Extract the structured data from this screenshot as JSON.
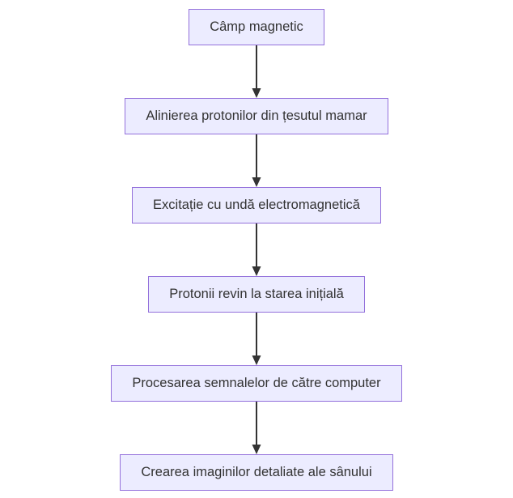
{
  "diagram": {
    "type": "flowchart",
    "direction": "top-down",
    "colors": {
      "background": "#ffffff",
      "node_fill": "#ECECFF",
      "node_border": "#9370DB",
      "text": "#333333",
      "arrow": "#333333"
    },
    "nodes": [
      {
        "id": "A",
        "label": "Câmp magnetic"
      },
      {
        "id": "B",
        "label": "Alinierea protonilor din țesutul mamar"
      },
      {
        "id": "C",
        "label": "Excitație cu undă electromagnetică"
      },
      {
        "id": "D",
        "label": "Protonii revin la starea inițială"
      },
      {
        "id": "E",
        "label": "Procesarea semnalelor de către computer"
      },
      {
        "id": "F",
        "label": "Crearea imaginilor detaliate ale sânului"
      }
    ],
    "edges": [
      {
        "from": "A",
        "to": "B"
      },
      {
        "from": "B",
        "to": "C"
      },
      {
        "from": "C",
        "to": "D"
      },
      {
        "from": "D",
        "to": "E"
      },
      {
        "from": "E",
        "to": "F"
      }
    ]
  }
}
